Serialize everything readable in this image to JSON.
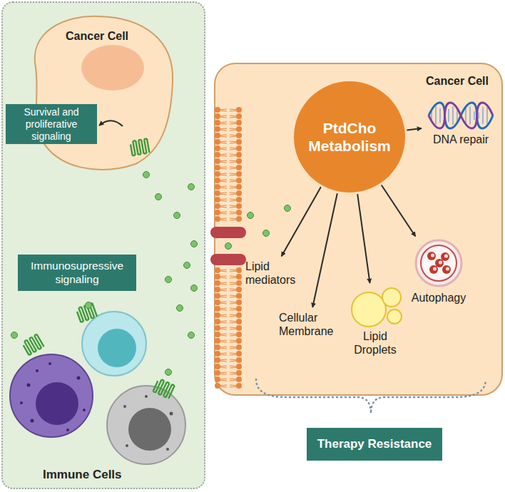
{
  "diagram": {
    "nodes": [
      {
        "text": [
          "Cancer Cell"
        ]
      },
      {
        "text": [
          "Survival and proliferative signaling"
        ]
      },
      {
        "text": [
          "Immunosupressive signaling"
        ]
      },
      {
        "text": [
          "Cancer Cell"
        ]
      },
      {
        "text": [
          "PtdCho Metabolism"
        ],
        "in": 3
      },
      {
        "text": [
          "Lipid mediators"
        ],
        "in": 3
      },
      {
        "text": [
          "Cellular Membrane"
        ],
        "in": 3
      },
      {
        "text": [
          "Lipid Droplets"
        ],
        "in": 3
      },
      {
        "text": [
          "Autophagy"
        ],
        "in": 3
      },
      {
        "text": [
          "DNA repair"
        ],
        "in": 3
      },
      {
        "text": [
          "Therapy Resistance"
        ]
      }
    ],
    "edges": [
      {
        "from": 0,
        "to": 1,
        "arrow": "to"
      },
      {
        "from": 4,
        "to": 5,
        "arrow": "to"
      },
      {
        "from": 4,
        "to": 6,
        "arrow": "to"
      },
      {
        "from": 4,
        "to": 7,
        "arrow": "to"
      },
      {
        "from": 4,
        "to": 8,
        "arrow": "to"
      },
      {
        "from": 4,
        "to": 9,
        "arrow": "to"
      }
    ],
    "labels": [
      "Immune Cells"
    ]
  }
}
